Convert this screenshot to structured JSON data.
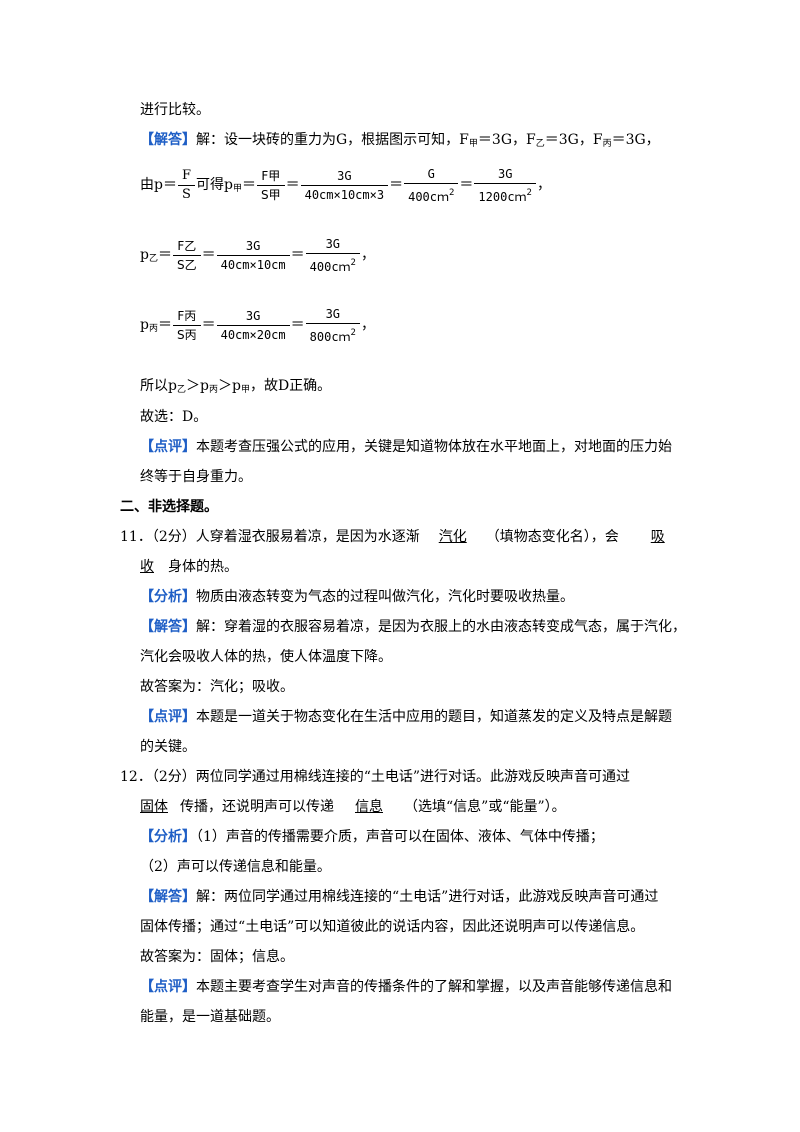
{
  "intro_line": "进行比较。",
  "q10": {
    "answer_tag": "【解答】",
    "answer_text": "解：设一块砖的重力为G，根据图示可知，F",
    "f1": "甲",
    "f1_val": "＝3G，F",
    "f2": "乙",
    "f2_val": "＝3G，F",
    "f3": "丙",
    "f3_val": "＝3G，",
    "formula1": {
      "prefix": "由p＝",
      "p_frac": {
        "num": "F",
        "den": "S"
      },
      "mid": "可得p",
      "mid_sub": "甲",
      "eq": "＝",
      "f_frac": {
        "num": "F甲",
        "den": "S甲"
      },
      "step1": {
        "num": "3G",
        "den": "40cm×10cm×3"
      },
      "step2": {
        "num": "G",
        "den": "400cｍ"
      },
      "step3": {
        "num": "3G",
        "den": "1200cｍ"
      },
      "exp": "2",
      "end": "，"
    },
    "formula2": {
      "prefix": "p",
      "sub": "乙",
      "eq": "＝",
      "f_frac": {
        "num": "F乙",
        "den": "S乙"
      },
      "step1": {
        "num": "3G",
        "den": "40cm×10cm"
      },
      "step2": {
        "num": "3G",
        "den": "400cｍ"
      },
      "exp": "2",
      "end": "，"
    },
    "formula3": {
      "prefix": "p",
      "sub": "丙",
      "eq": "＝",
      "f_frac": {
        "num": "F丙",
        "den": "S丙"
      },
      "step1": {
        "num": "3G",
        "den": "40cm×20cm"
      },
      "step2": {
        "num": "3G",
        "den": "800cｍ"
      },
      "exp": "2",
      "end": "，"
    },
    "conclusion_a": "所以p",
    "c_sub1": "乙",
    "c_gt1": "＞p",
    "c_sub2": "丙",
    "c_gt2": "＞p",
    "c_sub3": "甲",
    "conclusion_b": "，故D正确。",
    "choice": "故选：D。",
    "comment_tag": "【点评】",
    "comment_1": "本题考查压强公式的应用，关键是知道物体放在水平地面上，对地面的压力始",
    "comment_2": "终等于自身重力。"
  },
  "section_heading": "二、非选择题。",
  "q11": {
    "stem_a": "11．（2分）人穿着湿衣服易着凉，是因为水逐渐",
    "blank1": "汽化",
    "stem_b": "（填物态变化名），会",
    "blank2a": "吸",
    "blank2b": "收",
    "stem_c": "身体的热。",
    "analysis_tag": "【分析】",
    "analysis": "物质由液态转变为气态的过程叫做汽化，汽化时要吸收热量。",
    "answer_tag": "【解答】",
    "answer_1": "解：穿着湿的衣服容易着凉，是因为衣服上的水由液态转变成气态，属于汽化，",
    "answer_2": "汽化会吸收人体的热，使人体温度下降。",
    "final": "故答案为：汽化；吸收。",
    "comment_tag": "【点评】",
    "comment_1": "本题是一道关于物态变化在生活中应用的题目，知道蒸发的定义及特点是解题",
    "comment_2": "的关键。"
  },
  "q12": {
    "stem_a": "12．（2分）两位同学通过用棉线连接的“土电话”进行对话。此游戏反映声音可通过",
    "blank1": "固体",
    "stem_b": "传播，还说明声可以传递",
    "blank2": "信息",
    "stem_c": "（选填“信息”或“能量”）。",
    "analysis_tag": "【分析】",
    "analysis_1": "（1）声音的传播需要介质，声音可以在固体、液体、气体中传播；",
    "analysis_2": "（2）声可以传递信息和能量。",
    "answer_tag": "【解答】",
    "answer_1": "解：两位同学通过用棉线连接的“土电话”进行对话，此游戏反映声音可通过",
    "answer_2": "固体传播；通过“土电话”可以知道彼此的说话内容，因此还说明声可以传递信息。",
    "final": "故答案为：固体；信息。",
    "comment_tag": "【点评】",
    "comment_1": "本题主要考查学生对声音的传播条件的了解和掌握，以及声音能够传递信息和",
    "comment_2": "能量，是一道基础题。"
  }
}
